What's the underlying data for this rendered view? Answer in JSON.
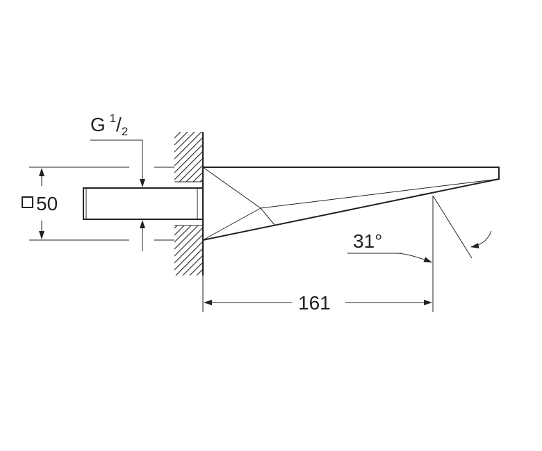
{
  "labels": {
    "thread_prefix": "G ",
    "thread_num": "1",
    "thread_slash": "/",
    "thread_den": "2",
    "size": "50",
    "angle": "31°",
    "length": "161"
  }
}
